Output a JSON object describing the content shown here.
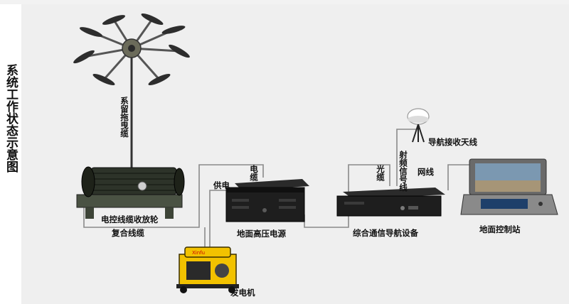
{
  "side_title": "系统工作状态示意图",
  "labels": {
    "tether_cable": "系留拖曳缆",
    "winch": "电控线缆收放轮",
    "composite_cable": "复合线缆",
    "power_cable": "电缆",
    "power_supply": "供电",
    "hv_power": "地面高压电源",
    "generator": "发电机",
    "fiber": "光缆",
    "rf_signal": "射频信号线",
    "comm_nav": "综合通信导航设备",
    "nav_antenna": "导航接收天线",
    "ethernet": "网线",
    "ground_station": "地面控制站"
  },
  "device_marks": {
    "generator_brand": "Xinfu"
  },
  "colors": {
    "panel_bg": "#efefef",
    "connector_line": "#8a8a8a",
    "generator_yellow": "#f2c200",
    "device_dark": "#1e1e1e"
  }
}
